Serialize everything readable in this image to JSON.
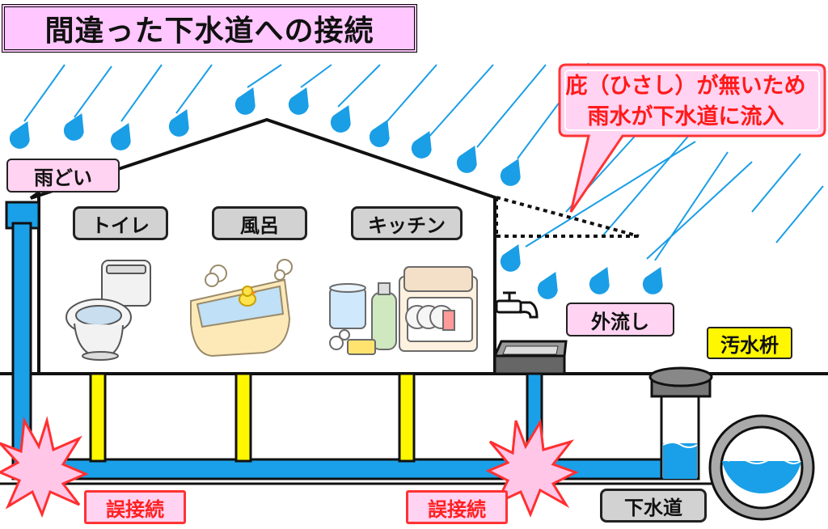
{
  "title": "間違った下水道への接続",
  "callout": {
    "line1": "庇（ひさし）が無いため",
    "line2": "雨水が下水道に流入"
  },
  "labels": {
    "gutter": "雨どい",
    "toilet": "トイレ",
    "bath": "風呂",
    "kitchen": "キッチン",
    "outdoor_sink": "外流し",
    "sewage_basin": "汚水枡",
    "sewer": "下水道",
    "misconnection_1": "誤接続",
    "misconnection_2": "誤接続"
  },
  "colors": {
    "pipe": "#1aa0e8",
    "rain": "#1a9ee6",
    "title_bg": "#ffc6ff",
    "label_pink": "#ffd3f1",
    "label_gray": "#d2d2d2",
    "label_yellow": "#fff700",
    "alert_red": "#ff2020"
  }
}
